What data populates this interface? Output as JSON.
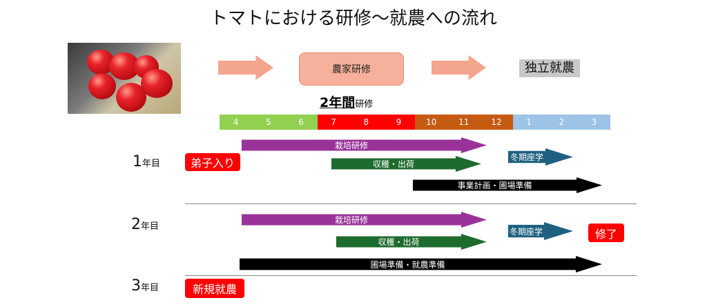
{
  "title": "トマトにおける研修～就農への流れ",
  "flow": {
    "farm_training": "農家研修",
    "independent": "独立就農"
  },
  "duration": {
    "main": "2年間",
    "suffix": "研修"
  },
  "months": [
    {
      "label": "4",
      "color": "#92d050"
    },
    {
      "label": "5",
      "color": "#92d050"
    },
    {
      "label": "6",
      "color": "#92d050"
    },
    {
      "label": "7",
      "color": "#ff0000"
    },
    {
      "label": "8",
      "color": "#ff0000"
    },
    {
      "label": "9",
      "color": "#ff0000"
    },
    {
      "label": "10",
      "color": "#c55a11"
    },
    {
      "label": "11",
      "color": "#c55a11"
    },
    {
      "label": "12",
      "color": "#c55a11"
    },
    {
      "label": "1",
      "color": "#9dc3e6"
    },
    {
      "label": "2",
      "color": "#9dc3e6"
    },
    {
      "label": "3",
      "color": "#9dc3e6"
    }
  ],
  "years": [
    {
      "num": "1",
      "suffix": "年目"
    },
    {
      "num": "2",
      "suffix": "年目"
    },
    {
      "num": "3",
      "suffix": "年目"
    }
  ],
  "year1": {
    "start": "弟子入り",
    "cultivation": "栽培研修",
    "harvest": "収穫・出荷",
    "winter": "冬期座学",
    "planning": "事業計画・圃場準備"
  },
  "year2": {
    "cultivation": "栽培研修",
    "harvest": "収穫・出荷",
    "winter": "冬期座学",
    "complete": "修了",
    "prep": "圃場準備・就農準備"
  },
  "year3": {
    "start": "新規就農"
  },
  "colors": {
    "purple": "#993399",
    "green": "#1e6b2e",
    "blue": "#1f6080",
    "black": "#000000",
    "red": "#ff0000"
  }
}
